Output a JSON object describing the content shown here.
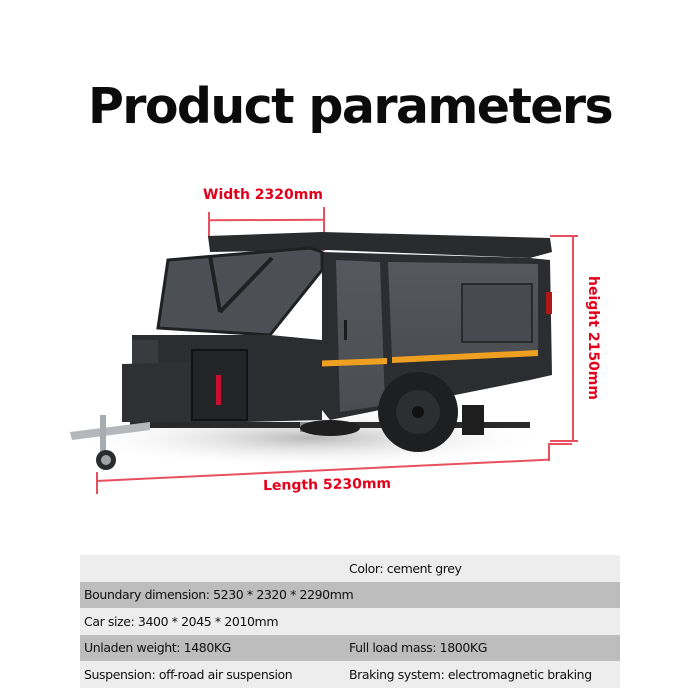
{
  "header": {
    "title": "Product parameters"
  },
  "dimensions": {
    "width_label": "Width 2320mm",
    "height_label": "height 2150mm",
    "length_label": "Length 5230mm"
  },
  "product_image": {
    "alt": "Off-road camper trailer, cement grey"
  },
  "colors": {
    "dimension_red": "#e3001b",
    "row_light": "#ededed",
    "row_dark": "#bdbdbd",
    "stripe_orange": "#f0a020"
  },
  "specs": {
    "rows": [
      {
        "left": "",
        "right": "Color: cement grey"
      },
      {
        "left": "Boundary dimension: 5230 * 2320 * 2290mm",
        "right": ""
      },
      {
        "left": "Car size: 3400 * 2045 * 2010mm",
        "right": ""
      },
      {
        "left": "Unladen weight: 1480KG",
        "right": "Full load mass: 1800KG"
      },
      {
        "left": "Suspension: off-road air suspension",
        "right": "Braking system: electromagnetic braking"
      }
    ]
  }
}
